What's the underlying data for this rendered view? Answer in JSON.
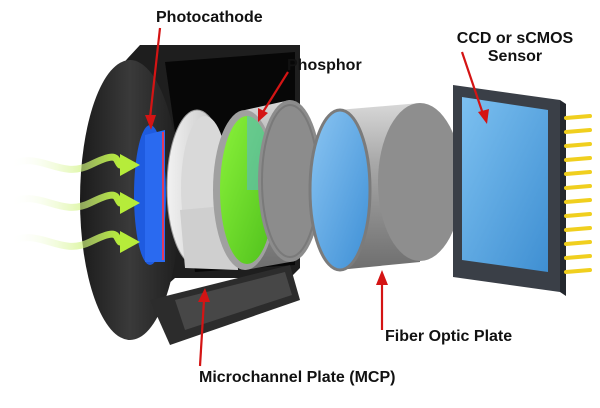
{
  "diagram": {
    "labels": {
      "photocathode": "Photocathode",
      "phosphor": "Phosphor",
      "sensor_line1": "CCD or sCMOS",
      "sensor_line2": "Sensor",
      "fiber_optic_plate": "Fiber Optic Plate",
      "mcp": "Microchannel Plate (MCP)"
    },
    "colors": {
      "housing": "#2a2a2a",
      "photocathode": "#1f5fe0",
      "phosphor": "#6fe12a",
      "cylinder": "#9a9a9a",
      "sensor_face": "#5aa9e6",
      "pins": "#f2d22a",
      "arrows": "#d41414",
      "light_rays": "#b6ec3a"
    },
    "icons": [
      "light-ray-arrow",
      "pointer-arrow"
    ]
  }
}
